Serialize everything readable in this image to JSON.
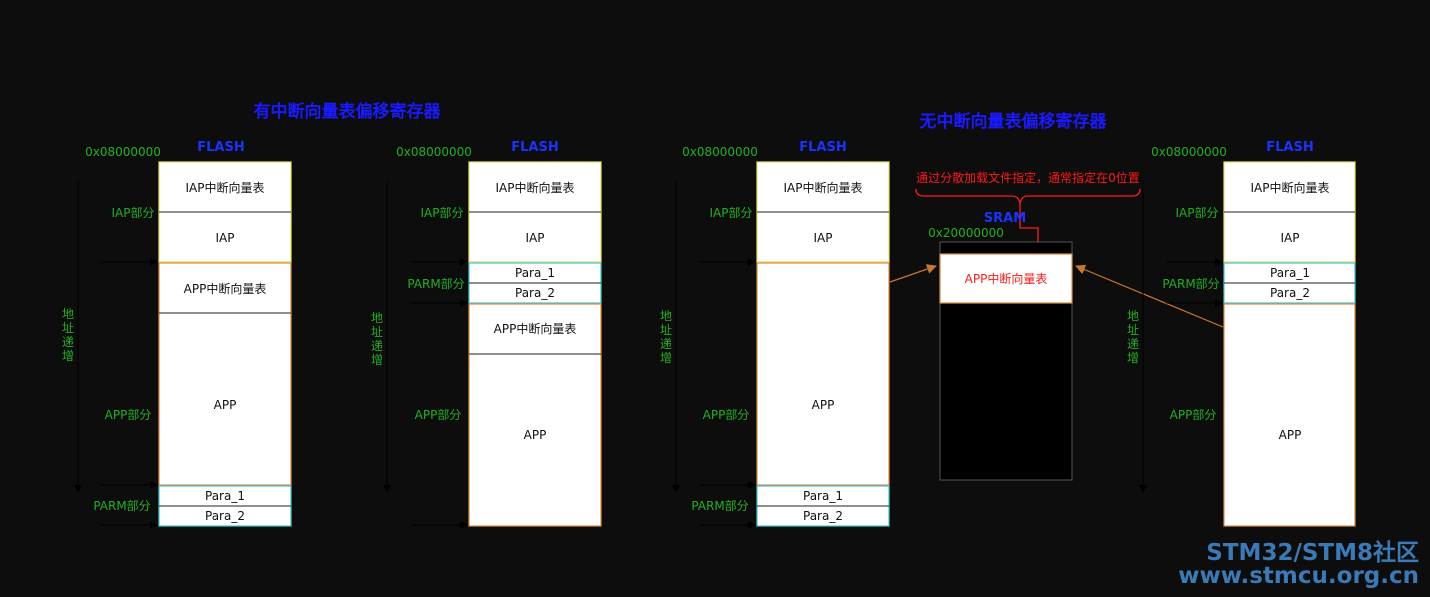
{
  "titles": {
    "left": "有中断向量表偏移寄存器",
    "right": "无中断向量表偏移寄存器"
  },
  "labels": {
    "flash": "FLASH",
    "sram": "SRAM",
    "addr_flash": "0x08000000",
    "addr_sram": "0x20000000",
    "iap_part": "IAP部分",
    "app_part": "APP部分",
    "parm_part": "PARM部分",
    "addr_increase": [
      "地",
      "址",
      "递",
      "增"
    ]
  },
  "blocks": {
    "iap_vector": "IAP中断向量表",
    "iap": "IAP",
    "app_vector": "APP中断向量表",
    "app": "APP",
    "para1": "Para_1",
    "para2": "Para_2"
  },
  "annotation": {
    "scatter_note": "通过分散加载文件指定，通常指定在0位置"
  },
  "watermark": {
    "line1": "STM32/STM8社区",
    "line2": "www.stmcu.org.cn"
  },
  "colors": {
    "background": "#0d0d0d",
    "title_blue": "#1a1aff",
    "label_green": "#22b022",
    "iap_border": "#e8e060",
    "app_border": "#e08a3c",
    "para_border": "#3cc8d0",
    "red": "#ff1a1a",
    "arrow_orange": "#c87830"
  }
}
